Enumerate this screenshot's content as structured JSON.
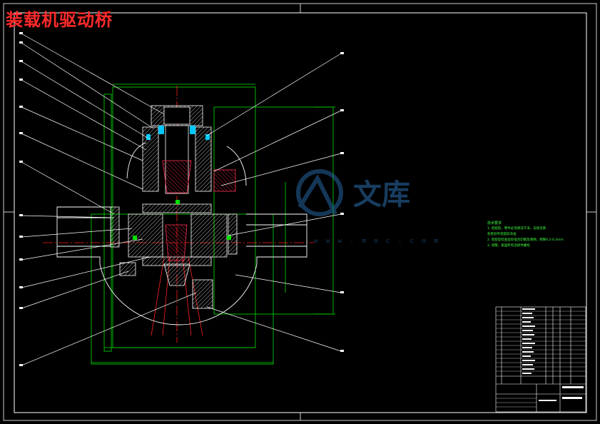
{
  "drawing": {
    "title": "装载机驱动桥",
    "watermark": {
      "text": "文库",
      "url": "w w w . m o c . c o m"
    },
    "tech_notes": {
      "heading": "技术要求",
      "items": [
        "1. 装配前，零件必须清洗干净，去除毛刺",
        "   各密封件装配前涂油",
        "2. 装配后检查齿轮啮合印痕及侧隙，侧隙0.2-0.3mm",
        "3. 调整，紧固所有连接件螺栓"
      ]
    },
    "colors": {
      "background": "#000000",
      "outline": "#ffffff",
      "dimension": "#00ff00",
      "center_line": "#ff2020",
      "hidden": "#00d0ff",
      "title": "#ff2a2a",
      "gear": "#ff3050"
    }
  }
}
